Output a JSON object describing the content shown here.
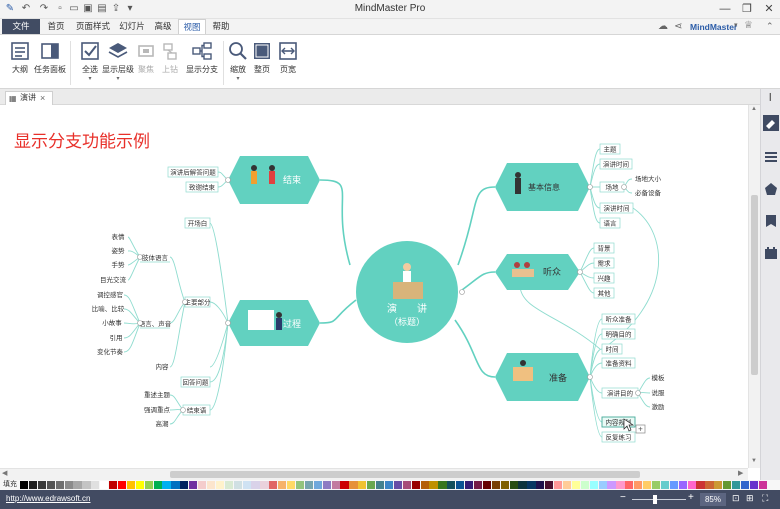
{
  "window": {
    "title": "MindMaster Pro",
    "brand": "MindMaster",
    "brand_color": "#2b5ca8"
  },
  "ribbon_tabs": [
    "文件",
    "首页",
    "页面样式",
    "幻灯片",
    "高级",
    "视图",
    "帮助"
  ],
  "ribbon_active": "视图",
  "ribbon_buttons": [
    {
      "label": "大纲",
      "icon": "outline-icon",
      "enabled": true
    },
    {
      "label": "任务面板",
      "icon": "task-panel-icon",
      "enabled": true
    },
    {
      "label": "全选",
      "icon": "select-all-icon",
      "enabled": true,
      "dropdown": true
    },
    {
      "label": "显示层级",
      "icon": "layers-icon",
      "enabled": true,
      "dropdown": true
    },
    {
      "label": "聚焦",
      "icon": "focus-icon",
      "enabled": false
    },
    {
      "label": "上钻",
      "icon": "drill-up-icon",
      "enabled": false
    },
    {
      "label": "显示分支",
      "icon": "show-branch-icon",
      "enabled": true
    },
    {
      "label": "缩放",
      "icon": "zoom-icon",
      "enabled": true,
      "dropdown": true
    },
    {
      "label": "整页",
      "icon": "fit-page-icon",
      "enabled": true
    },
    {
      "label": "页宽",
      "icon": "page-width-icon",
      "enabled": true
    }
  ],
  "doc_tab": {
    "label": "演讲",
    "close": "×"
  },
  "canvas": {
    "heading": "显示分支功能示例",
    "heading_color": "#e8302a",
    "accent_color": "#62d1c0",
    "central": {
      "line1": "演　　讲",
      "line2": "（标题）"
    },
    "topics": {
      "end": {
        "label": "结束",
        "children": [
          "演讲后解答问题",
          "致谢结束"
        ]
      },
      "process": {
        "label": "过程",
        "children": {
          "opening": "开场白",
          "main": "主要部分",
          "body_lang": "肢体语言",
          "body_lang_items": [
            "表情",
            "姿势",
            "手势",
            "目光交流"
          ],
          "voice": "语言、声音",
          "voice_items": [
            "调控感官",
            "比喻、比较",
            "小故事",
            "引用",
            "变化节奏"
          ],
          "content": "内容",
          "qa": "回答问题",
          "conclusion": "结束语",
          "conclusion_items": [
            "重述主题",
            "强调重点",
            "高潮"
          ]
        }
      },
      "basic": {
        "label": "基本信息",
        "children": {
          "topic": "主题",
          "duration": "演讲时间",
          "venue": "场地",
          "venue_items": [
            "场地大小",
            "必备设备"
          ],
          "time": "演讲时间",
          "theme": "语言"
        }
      },
      "audience": {
        "label": "听众",
        "children": [
          "背景",
          "需求",
          "兴趣",
          "其他"
        ]
      },
      "prep": {
        "label": "准备",
        "children": {
          "know": "听众准备",
          "purpose": "明确目的",
          "time": "时间",
          "material": "准备资料",
          "content_plan": "演讲目的",
          "content_items": [
            "模板",
            "说服",
            "激励"
          ],
          "content": "内容规划",
          "practice": "反复练习"
        }
      }
    }
  },
  "statusbar": {
    "url": "http://www.edrawsoft.cn",
    "zoom": "85%",
    "zoom_level": 0.42,
    "minus": "−",
    "plus": "+"
  },
  "palette": {
    "label": "填充",
    "colors": [
      "#000000",
      "#1f1f1f",
      "#3a3a3a",
      "#555555",
      "#707070",
      "#8c8c8c",
      "#a8a8a8",
      "#c4c4c4",
      "#e0e0e0",
      "#ffffff",
      "#c00000",
      "#ff0000",
      "#ffc000",
      "#ffff00",
      "#92d050",
      "#00b050",
      "#00b0f0",
      "#0070c0",
      "#002060",
      "#7030a0",
      "#f4cccc",
      "#fce5cd",
      "#fff2cc",
      "#d9ead3",
      "#d0e0e3",
      "#cfe2f3",
      "#d9d2e9",
      "#ead1dc",
      "#e06666",
      "#f6b26b",
      "#ffd966",
      "#93c47d",
      "#76a5af",
      "#6fa8dc",
      "#8e7cc3",
      "#c27ba0",
      "#cc0000",
      "#e69138",
      "#f1c232",
      "#6aa84f",
      "#45818e",
      "#3d85c6",
      "#674ea7",
      "#a64d79",
      "#990000",
      "#b45f06",
      "#bf9000",
      "#38761d",
      "#134f5c",
      "#0b5394",
      "#351c75",
      "#741b47",
      "#660000",
      "#783f04",
      "#7f6000",
      "#274e13",
      "#0c343d",
      "#073763",
      "#20124d",
      "#4c1130",
      "#ff9999",
      "#ffcc99",
      "#ffff99",
      "#ccffcc",
      "#99ffff",
      "#99ccff",
      "#cc99ff",
      "#ff99cc",
      "#ff6666",
      "#ff9966",
      "#ffcc66",
      "#99cc66",
      "#66cccc",
      "#6699ff",
      "#9966ff",
      "#ff66cc",
      "#cc3333",
      "#cc6633",
      "#cc9933",
      "#669933",
      "#339999",
      "#3366cc",
      "#6633cc",
      "#cc3399"
    ]
  }
}
